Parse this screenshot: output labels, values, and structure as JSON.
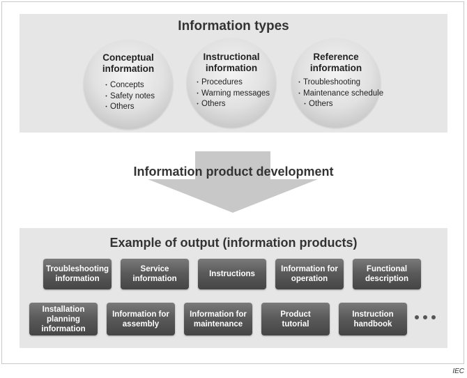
{
  "info_types": {
    "title": "Information types",
    "groups": [
      {
        "title_line1": "Conceptual",
        "title_line2": "information",
        "items": [
          "Concepts",
          "Safety notes",
          "Others"
        ]
      },
      {
        "title_line1": "Instructional",
        "title_line2": "information",
        "items": [
          "Procedures",
          "Warning messages",
          "Others"
        ]
      },
      {
        "title_line1": "Reference",
        "title_line2": "information",
        "items": [
          "Troubleshooting",
          "Maintenance schedule",
          "Others"
        ]
      }
    ]
  },
  "process": {
    "label": "Information product development"
  },
  "output": {
    "title": "Example of output (information products)",
    "row1": [
      {
        "line1": "Troubleshooting",
        "line2": "information"
      },
      {
        "line1": "Service",
        "line2": "information"
      },
      {
        "line1": "Instructions",
        "line2": ""
      },
      {
        "line1": "Information for",
        "line2": "operation"
      },
      {
        "line1": "Functional",
        "line2": "description"
      }
    ],
    "row2": [
      {
        "line1": "Installation",
        "line2": "planning",
        "line3": "information"
      },
      {
        "line1": "Information for",
        "line2": "assembly"
      },
      {
        "line1": "Information for",
        "line2": "maintenance"
      },
      {
        "line1": "Product",
        "line2": "tutorial"
      },
      {
        "line1": "Instruction",
        "line2": "handbook"
      }
    ]
  },
  "credit": "IEC",
  "colors": {
    "panel": "#e6e6e6",
    "product_box": "#555555",
    "arrow": "#c8c8c8"
  }
}
